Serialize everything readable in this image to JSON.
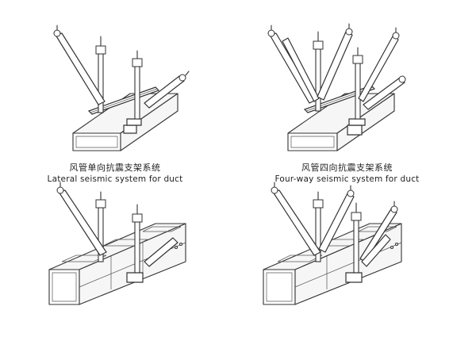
{
  "captions": {
    "top_left": {
      "zh": "风管单向抗震支架系统",
      "en": "Lateral seismic system for duct"
    },
    "top_right": {
      "zh": "风管四向抗震支架系统",
      "en": "Four-way seismic system for duct"
    }
  }
}
